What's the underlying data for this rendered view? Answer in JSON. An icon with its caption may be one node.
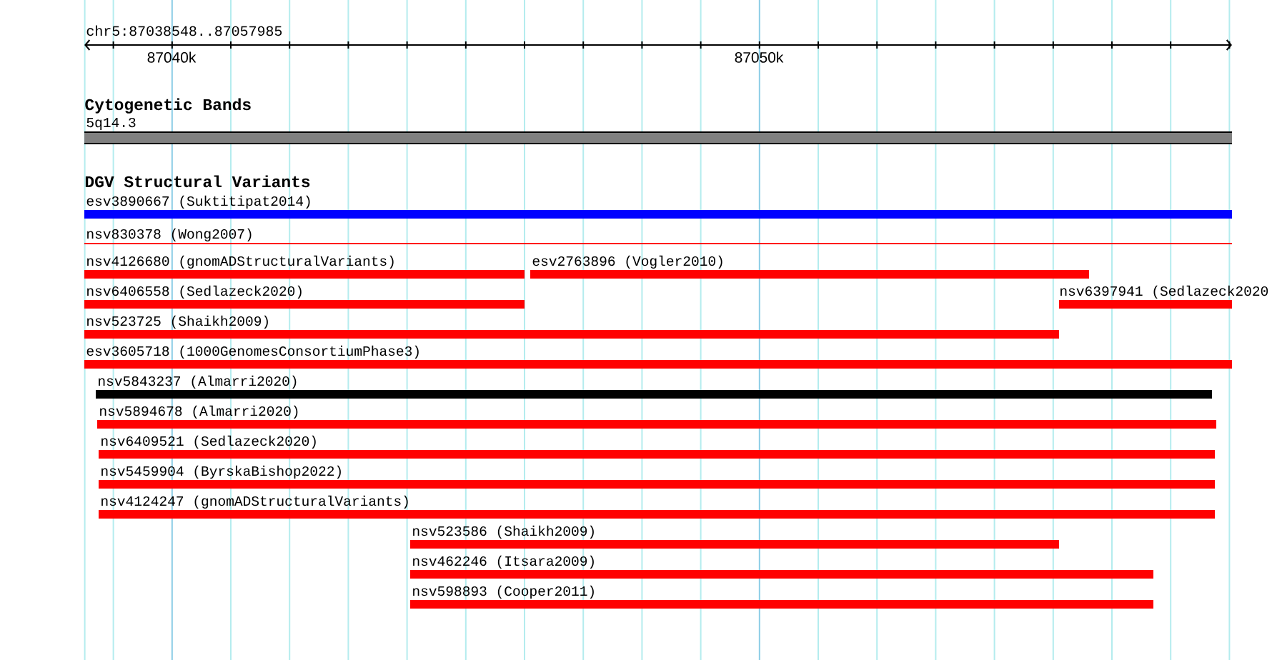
{
  "diagram": {
    "nodes": [
      {
        "text": [
          "5q14.3"
        ]
      },
      {
        "text": [
          "esv3890667 (Suktitipat2014)"
        ]
      },
      {
        "text": [
          "nsv830378 (Wong2007)"
        ]
      },
      {
        "text": [
          "nsv4126680 (gnomADStructuralVariants)"
        ]
      },
      {
        "text": [
          "esv2763896 (Vogler2010)"
        ]
      },
      {
        "text": [
          "nsv6406558 (Sedlazeck2020)"
        ]
      },
      {
        "text": [
          "nsv6397941 (Sedlazeck2020"
        ]
      },
      {
        "text": [
          "nsv523725 (Shaikh2009)"
        ]
      },
      {
        "text": [
          "esv3605718 (1000GenomesConsortiumPhase3)"
        ]
      },
      {
        "text": [
          "nsv5843237 (Almarri2020)"
        ]
      },
      {
        "text": [
          "nsv5894678 (Almarri2020)"
        ]
      },
      {
        "text": [
          "nsv6409521 (Sedlazeck2020)"
        ]
      },
      {
        "text": [
          "nsv5459904 (ByrskaBishop2022)"
        ]
      },
      {
        "text": [
          "nsv4124247 (gnomADStructuralVariants)"
        ]
      },
      {
        "text": [
          "nsv523586 (Shaikh2009)"
        ]
      },
      {
        "text": [
          "nsv462246 (Itsara2009)"
        ]
      },
      {
        "text": [
          "nsv598893 (Cooper2011)"
        ]
      }
    ],
    "labels": [
      "chr5:87038548..87057985",
      "87040k",
      "87050k",
      "Cytogenetic Bands",
      "DGV Structural Variants"
    ]
  }
}
